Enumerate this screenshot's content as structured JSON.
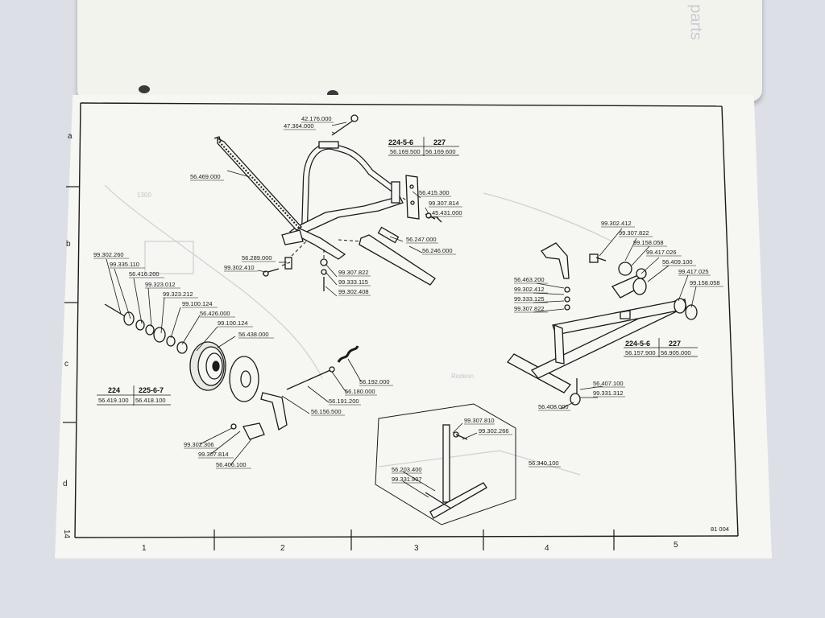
{
  "colors": {
    "ink": "#1a1a1a",
    "paper": "#f6f6f2",
    "background": "#dcdfe6",
    "show_through": "#c4c6cb"
  },
  "columns": [
    "1",
    "2",
    "3",
    "4",
    "5"
  ],
  "rows": [
    "a",
    "b",
    "c",
    "d"
  ],
  "page_number": "14",
  "drawing_code": "81 004",
  "top_page_text": [
    "parts"
  ],
  "show_through_text": [
    "Rodeon",
    "1300"
  ],
  "parts": {
    "p1": "42.176.000",
    "p2": "47.364.000",
    "p3": "56.469.000",
    "p4": "56.415.300",
    "p5": "99.307.814",
    "p6": "45.431.000",
    "p7": "56.247.000",
    "p8": "56.246.000",
    "p9": "56.289.000",
    "p10": "99.302.410",
    "p11": "99.307.822",
    "p12": "99.333.115",
    "p13": "99.302.408",
    "p14": "99.302.260",
    "p15": "99.335.110",
    "p16": "56.416.200",
    "p17": "99.323.012",
    "p18": "99.323.212",
    "p19": "99.100.124",
    "p20": "56.426.000",
    "p21": "99.100.124",
    "p22": "56.438.000",
    "p23": "56.192.000",
    "p24": "56.180.000",
    "p25": "56.191.200",
    "p26": "56.156.500",
    "p27": "99.302.306",
    "p28": "99.307.814",
    "p29": "56.406.100",
    "p30": "99.307.810",
    "p31": "99.302.266",
    "p32": "56.340.100",
    "p33": "56.203.400",
    "p34": "99.331.907",
    "p35": "99.302.412",
    "p36": "99.307.822",
    "p37": "99.158.058",
    "p38": "99.417.026",
    "p39": "56.409.100",
    "p40": "99.417.025",
    "p41": "99.158.058",
    "p42": "56.463.200",
    "p43": "99.302.412",
    "p44": "99.333.125",
    "p45": "99.307.822",
    "p46": "56.407.100",
    "p47": "99.331.312",
    "p48": "56.408.000"
  },
  "variant_tables": {
    "top": {
      "head_left": "224-5-6",
      "head_right": "227",
      "val_left": "56.169.500",
      "val_right": "56.169.600"
    },
    "left": {
      "head_left": "224",
      "head_right": "225-6-7",
      "val_left": "56.419.100",
      "val_right": "56.418.100"
    },
    "right": {
      "head_left": "224-5-6",
      "head_right": "227",
      "val_left": "56.157.900",
      "val_right": "56.905.000"
    }
  }
}
